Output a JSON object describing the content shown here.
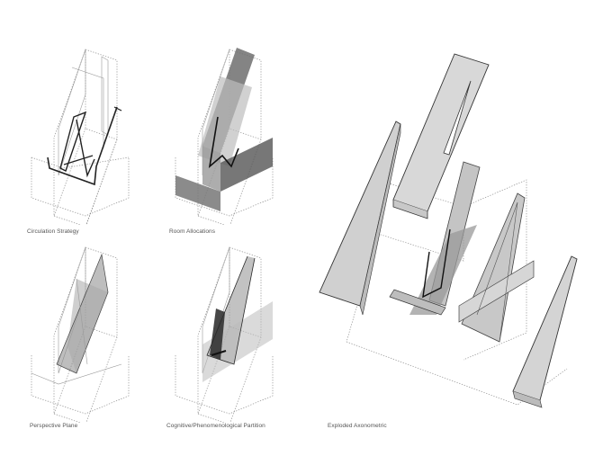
{
  "diagrams": [
    {
      "caption": "Circulation Strategy"
    },
    {
      "caption": "Room Allocations"
    },
    {
      "caption": "Perspective Plane"
    },
    {
      "caption": "Cognitive/Phenomenological Partition"
    },
    {
      "caption": "Exploded Axonometric"
    }
  ],
  "colors": {
    "background": "#ffffff",
    "caption": "#555555",
    "line": "#2a2a2a",
    "guide": "#8a8a8a",
    "panel": "#d2d2d2"
  }
}
